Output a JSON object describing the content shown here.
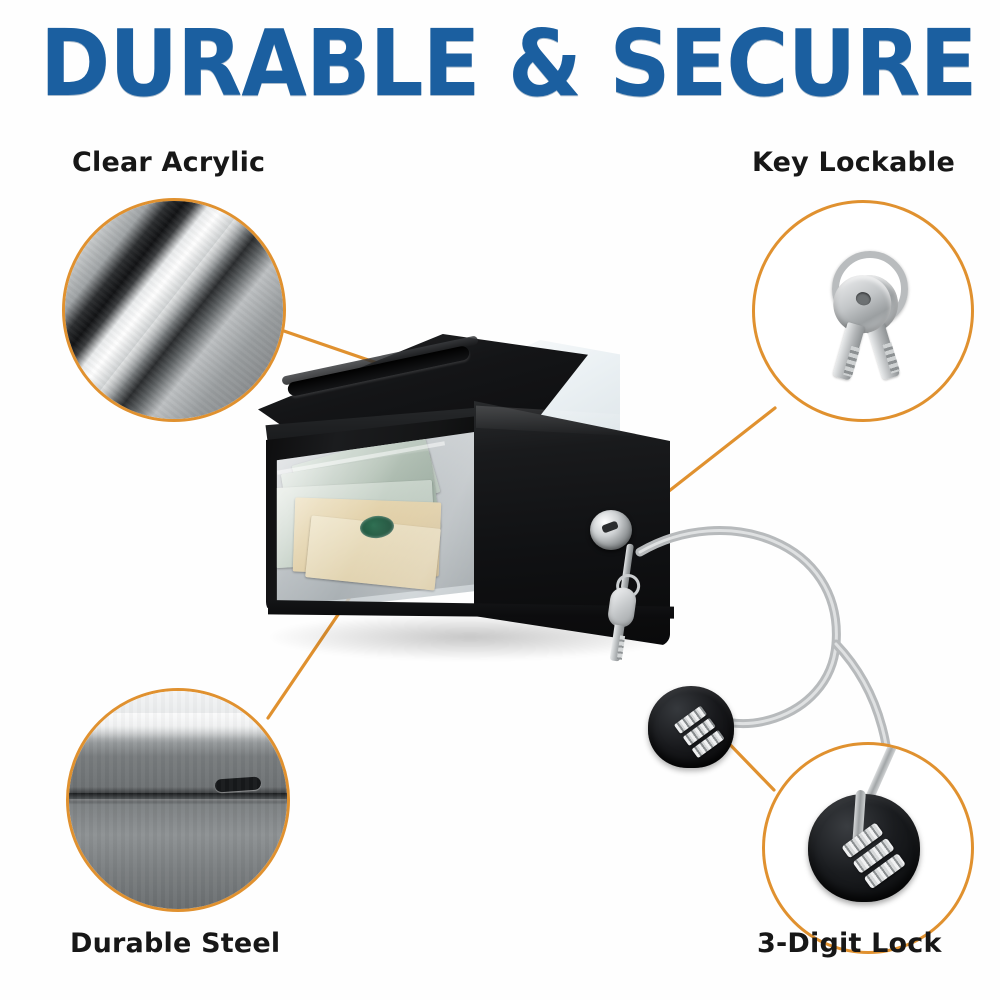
{
  "page": {
    "background_color": "#fefefe",
    "title": "DURABLE & SECURE",
    "title_color": "#1b5fa0",
    "accent_color": "#e0912f"
  },
  "features": [
    {
      "id": "clear-acrylic",
      "label": "Clear Acrylic",
      "position": "top-left",
      "callout_icon": "acrylic-panel-closeup-icon"
    },
    {
      "id": "key-lockable",
      "label": "Key Lockable",
      "position": "top-right",
      "callout_icon": "two-keys-on-ring-icon"
    },
    {
      "id": "durable-steel",
      "label": "Durable Steel",
      "position": "bottom-left",
      "callout_icon": "steel-panel-closeup-icon"
    },
    {
      "id": "3-digit-lock",
      "label": "3-Digit Lock",
      "position": "bottom-right",
      "callout_icon": "combination-lock-icon"
    }
  ],
  "product": {
    "name": "black-steel-cash-donation-box",
    "parts": {
      "acrylic_window": "clear-acrylic-window",
      "deposit_slot": "top-deposit-slot",
      "key_lock": "key-lock-cylinder",
      "hanging_key": "inserted-key",
      "security_cable": "steel-security-cable",
      "combination_lock": "3-digit-combination-lock",
      "contents": "us-dollar-banknotes"
    }
  }
}
